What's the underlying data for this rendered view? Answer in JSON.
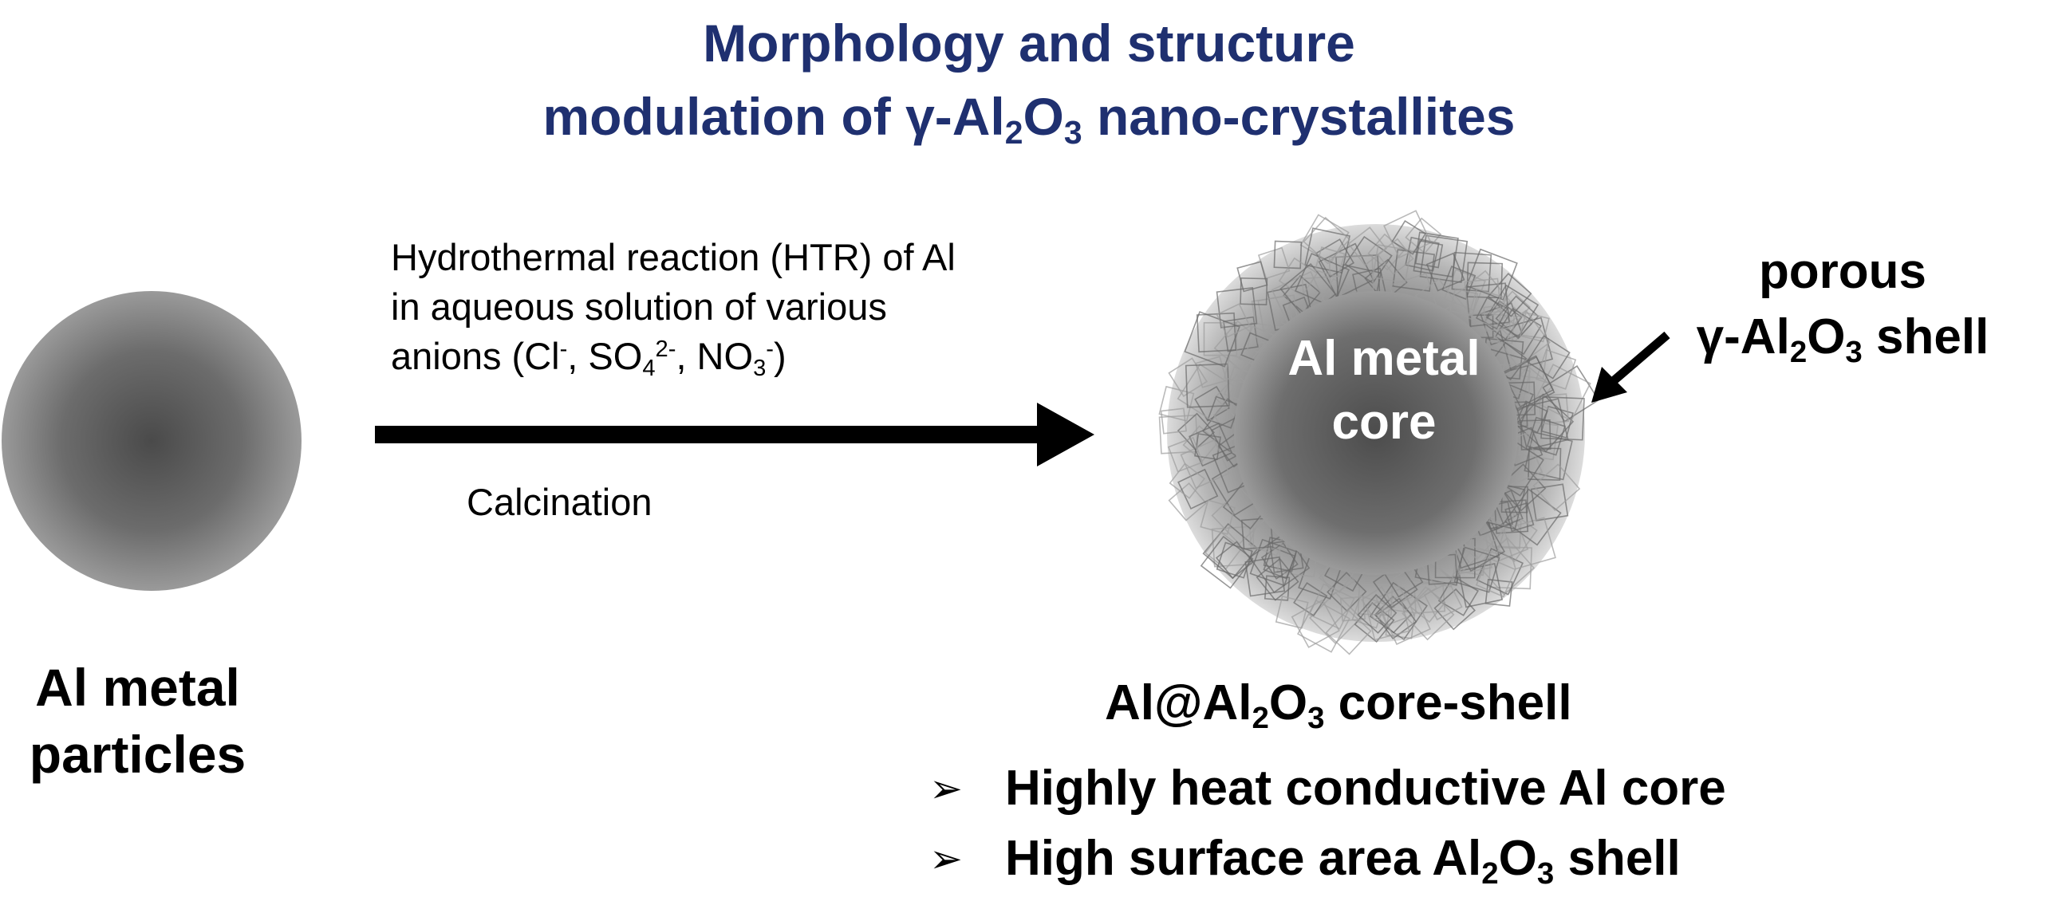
{
  "title": {
    "line1": "Morphology and structure",
    "line2_pre": "modulation of γ-Al",
    "line2_sub1": "2",
    "line2_mid": "O",
    "line2_sub2": "3",
    "line2_post": " nano-crystallites"
  },
  "process": {
    "line1": "Hydrothermal reaction (HTR) of Al",
    "line2": "in aqueous solution of various",
    "line3_a": "anions (Cl",
    "line3_sup1": "-",
    "line3_b": ",  SO",
    "line3_sub1": "4",
    "line3_sup2": "2-",
    "line3_c": ", NO",
    "line3_sub2": "3",
    "line3_sup3": "-",
    "line3_d": ")"
  },
  "calcination": "Calcination",
  "left_particle": {
    "line1": "Al metal",
    "line2": "particles"
  },
  "core": {
    "line1": "Al metal",
    "line2": "core"
  },
  "shell_label": {
    "line1": "porous",
    "line2_pre": "γ-Al",
    "line2_sub1": "2",
    "line2_mid": "O",
    "line2_sub2": "3",
    "line2_post": " shell"
  },
  "core_shell": {
    "pre": "Al@Al",
    "sub1": "2",
    "mid": "O",
    "sub2": "3",
    "post": " core-shell"
  },
  "bullets": [
    {
      "marker": "➢",
      "text": "Highly heat conductive Al core"
    },
    {
      "marker": "➢",
      "pre": "High surface area Al",
      "sub1": "2",
      "mid": "O",
      "sub2": "3",
      "post": " shell"
    }
  ],
  "icons": [
    "sphere-icon",
    "arrow-right-icon",
    "core-shell-particle-icon",
    "pointer-arrow-icon"
  ],
  "colors": {
    "title": "#1f3070",
    "text": "#000000",
    "particle": "#7a7a7a",
    "core_text": "#ffffff"
  }
}
